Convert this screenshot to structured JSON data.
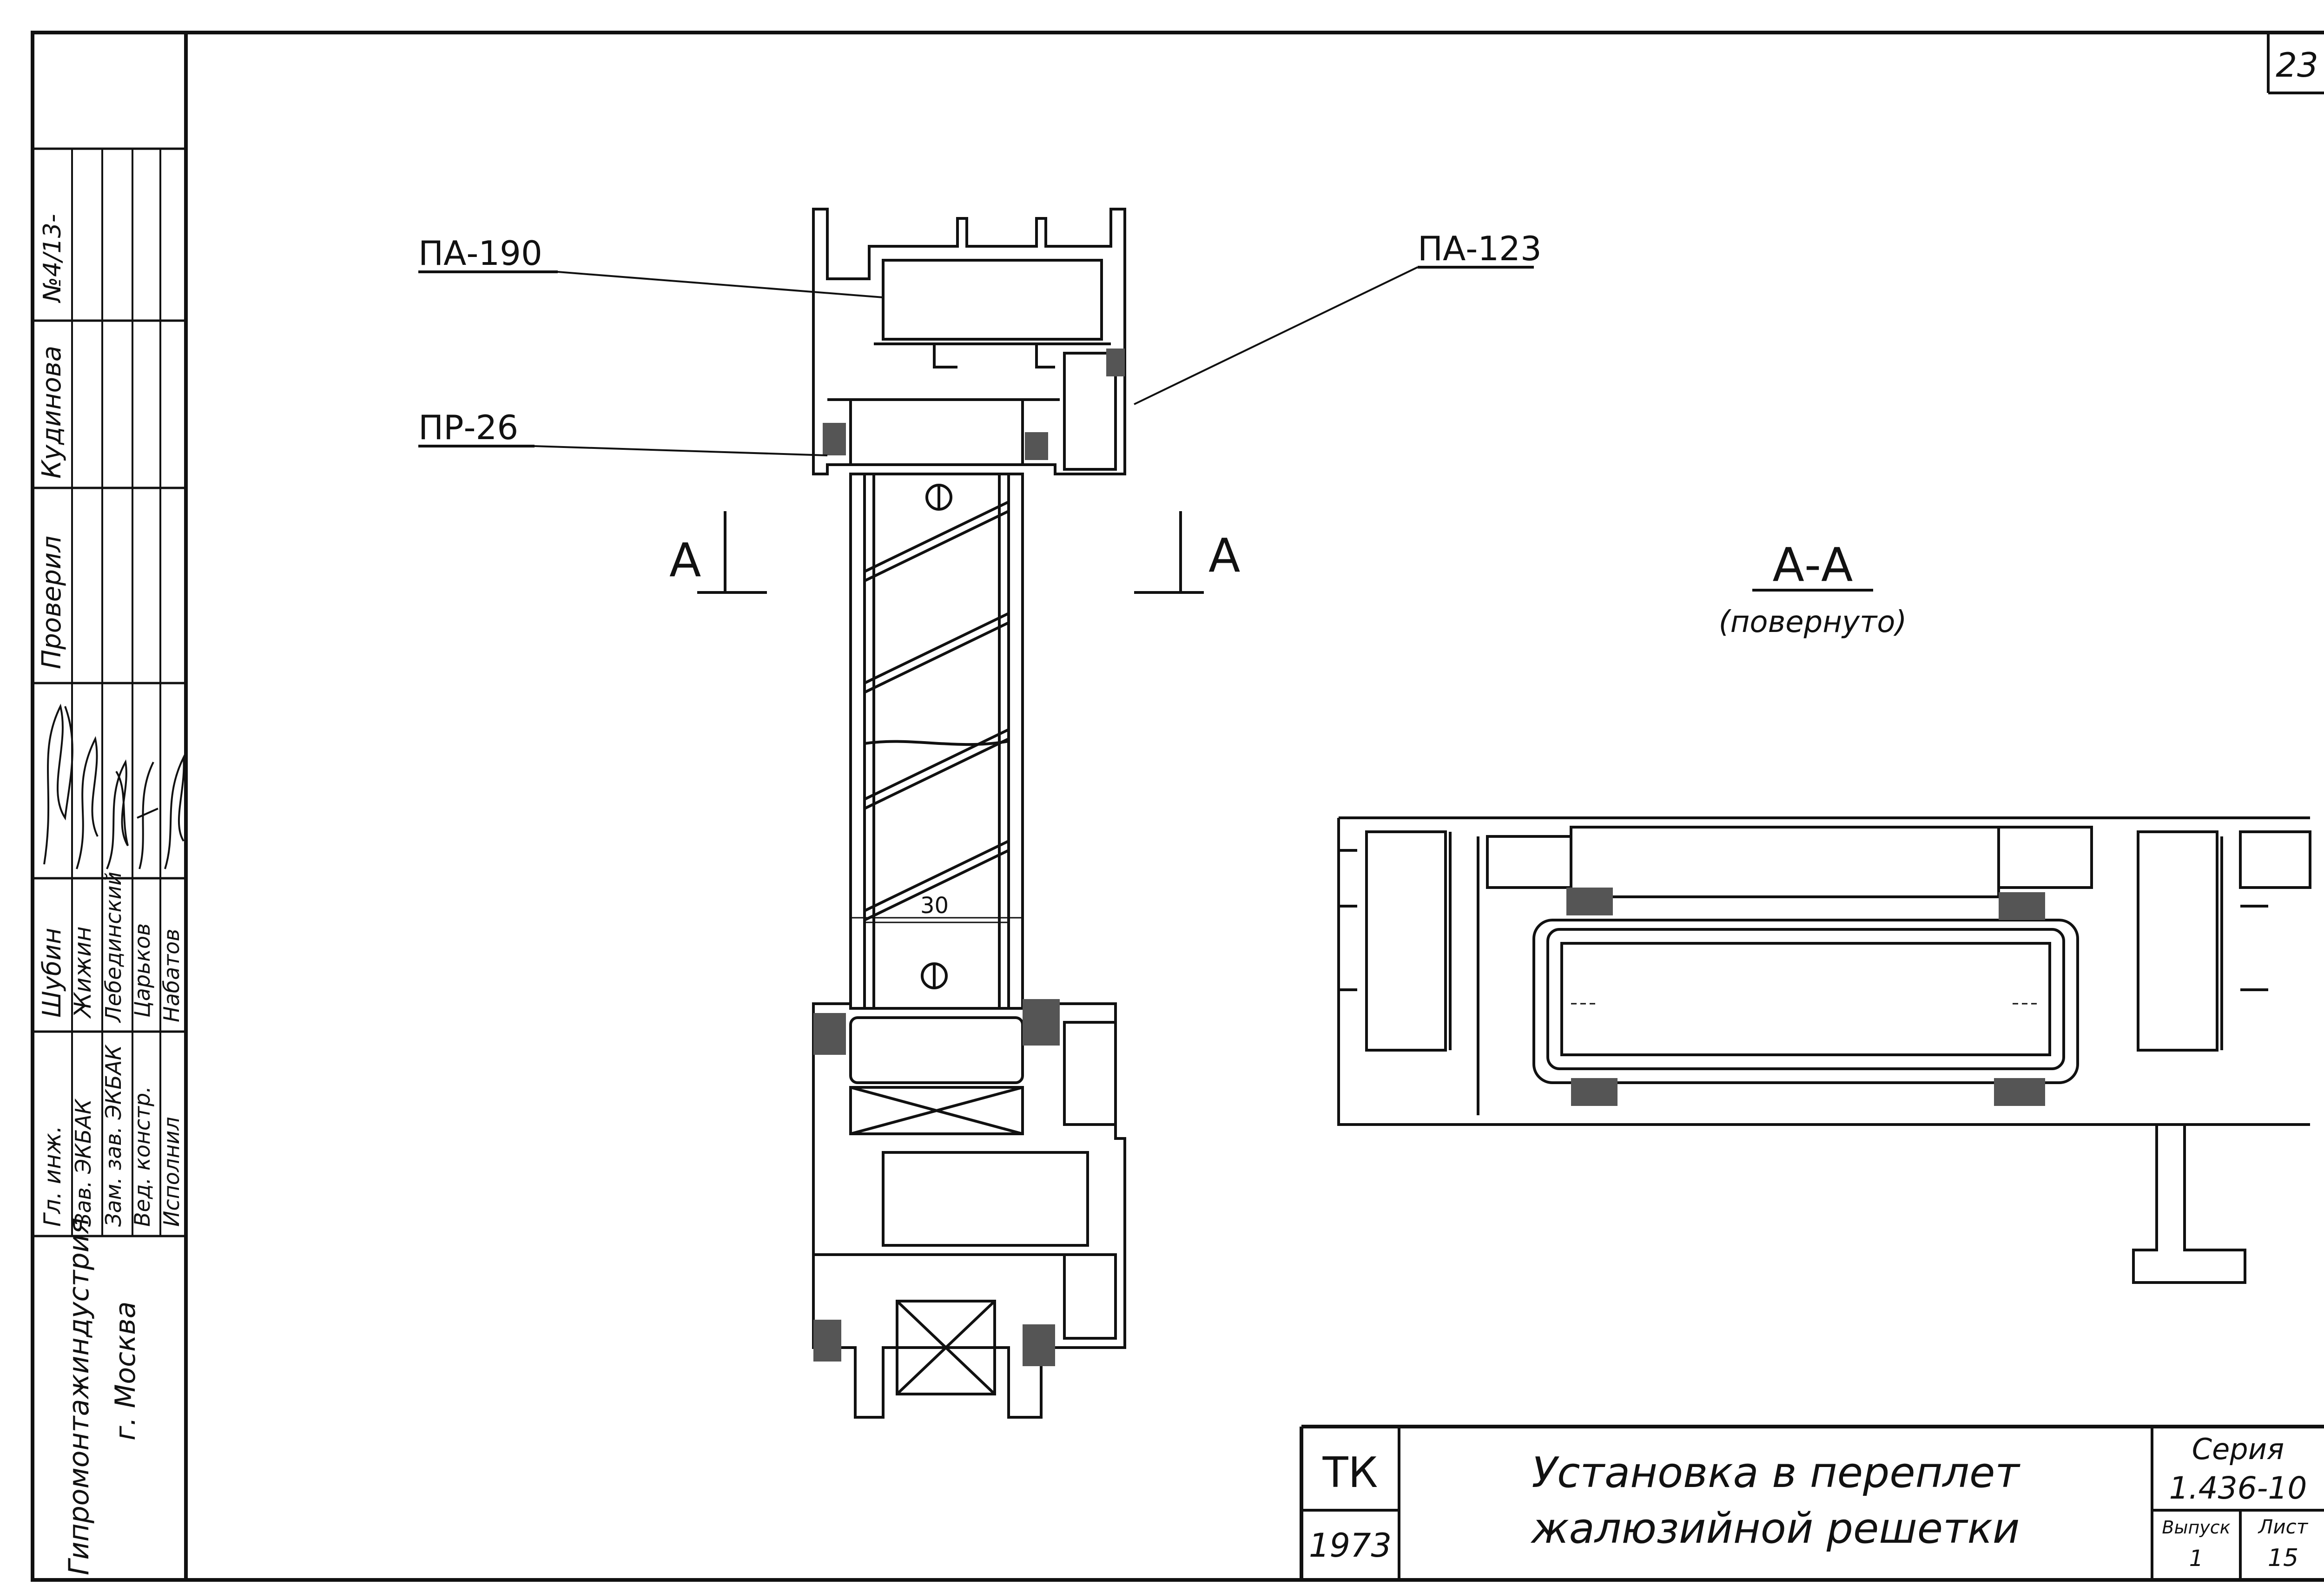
{
  "sheet_number": "23",
  "labels": {
    "pa190": "ПА-190",
    "pa123": "ПА-123",
    "pr26": "ПР-26",
    "section_mark_left": "А",
    "section_mark_right": "А",
    "section_title": "А-А",
    "section_subtitle": "(повернуто)",
    "dimension_30": "30"
  },
  "side_block": {
    "organization": "Гипромонтажиндустрия",
    "city": "г. Москва",
    "archive_no": "№4/13-",
    "roles": [
      "Гл. инж.",
      "Зав. ЭКБАК",
      "Зам. зав. ЭКБАК",
      "Вед. констр.",
      "Исполнил"
    ],
    "names": [
      "Шубин",
      "Жижин",
      "Лебединский",
      "Царьков",
      "Набатов"
    ],
    "checked_label": "Проверил",
    "checked_name": "Кудинова"
  },
  "title_block": {
    "org_code": "ТК",
    "year": "1973",
    "title_line1": "Установка в переплет",
    "title_line2": "жалюзийной решетки",
    "series_label": "Серия",
    "series_value": "1.436-10",
    "issue_label": "Выпуск",
    "issue_value": "1",
    "sheet_label": "Лист",
    "sheet_value": "15"
  }
}
